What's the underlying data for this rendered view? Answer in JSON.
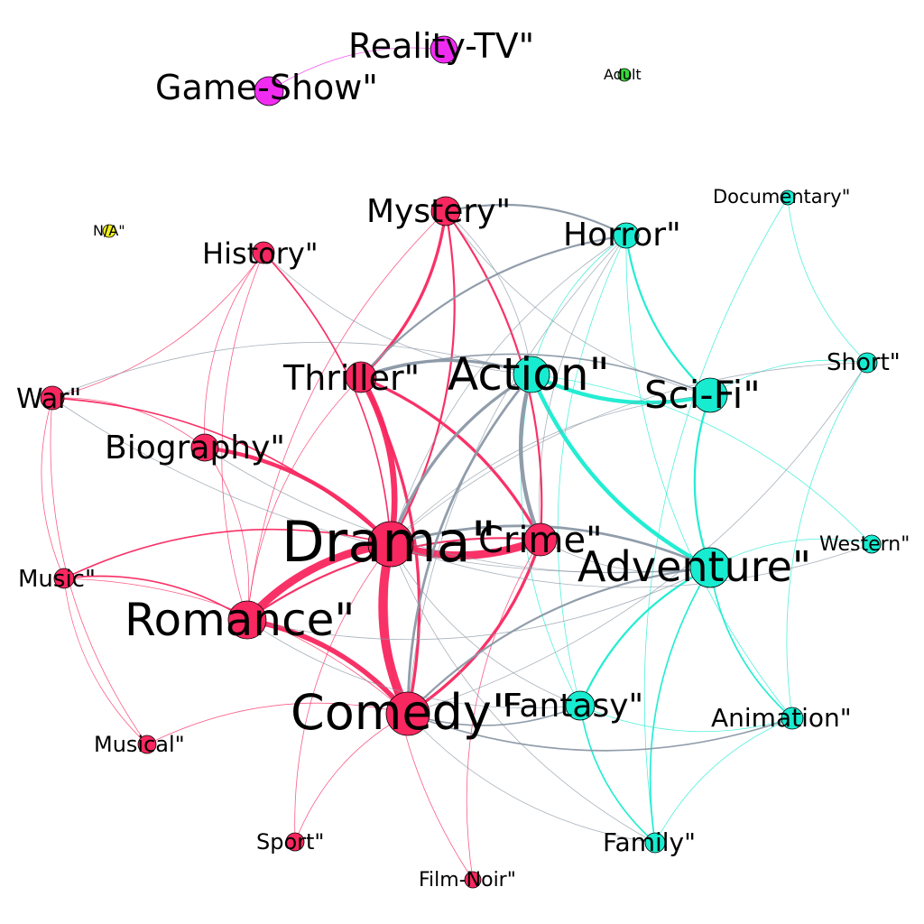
{
  "colors": {
    "drama_cluster": "#f8275f",
    "action_cluster": "#17ecd0",
    "cross_cluster": "#8b98a6",
    "game_show_cluster": "#f12cf1",
    "adult": "#39d839",
    "na": "#f2f21d"
  },
  "nodes": [
    {
      "id": "drama",
      "label": "Drama\"",
      "cluster": "drama_cluster"
    },
    {
      "id": "comedy",
      "label": "Comedy\"",
      "cluster": "drama_cluster"
    },
    {
      "id": "romance",
      "label": "Romance\"",
      "cluster": "drama_cluster"
    },
    {
      "id": "crime",
      "label": "Crime\"",
      "cluster": "drama_cluster"
    },
    {
      "id": "thriller",
      "label": "Thriller\"",
      "cluster": "drama_cluster"
    },
    {
      "id": "mystery",
      "label": "Mystery\"",
      "cluster": "drama_cluster"
    },
    {
      "id": "history",
      "label": "History\"",
      "cluster": "drama_cluster"
    },
    {
      "id": "biography",
      "label": "Biography\"",
      "cluster": "drama_cluster"
    },
    {
      "id": "war",
      "label": "War\"",
      "cluster": "drama_cluster"
    },
    {
      "id": "music",
      "label": "Music\"",
      "cluster": "drama_cluster"
    },
    {
      "id": "musical",
      "label": "Musical\"",
      "cluster": "drama_cluster"
    },
    {
      "id": "sport",
      "label": "Sport\"",
      "cluster": "drama_cluster"
    },
    {
      "id": "filmnoir",
      "label": "Film-Noir\"",
      "cluster": "drama_cluster"
    },
    {
      "id": "action",
      "label": "Action\"",
      "cluster": "action_cluster"
    },
    {
      "id": "scifi",
      "label": "Sci-Fi\"",
      "cluster": "action_cluster"
    },
    {
      "id": "adventure",
      "label": "Adventure\"",
      "cluster": "action_cluster"
    },
    {
      "id": "fantasy",
      "label": "Fantasy\"",
      "cluster": "action_cluster"
    },
    {
      "id": "horror",
      "label": "Horror\"",
      "cluster": "action_cluster"
    },
    {
      "id": "documentary",
      "label": "Documentary\"",
      "cluster": "action_cluster"
    },
    {
      "id": "short",
      "label": "Short\"",
      "cluster": "action_cluster"
    },
    {
      "id": "western",
      "label": "Western\"",
      "cluster": "action_cluster"
    },
    {
      "id": "animation",
      "label": "Animation\"",
      "cluster": "action_cluster"
    },
    {
      "id": "family",
      "label": "Family\"",
      "cluster": "action_cluster"
    },
    {
      "id": "realitytv",
      "label": "Reality-TV\"",
      "cluster": "game_show_cluster"
    },
    {
      "id": "gameshow",
      "label": "Game-Show\"",
      "cluster": "game_show_cluster"
    },
    {
      "id": "adult",
      "label": "Adult",
      "cluster": "adult"
    },
    {
      "id": "na",
      "label": "N/A\"",
      "cluster": "na"
    }
  ],
  "edges": [
    [
      "drama",
      "comedy",
      9
    ],
    [
      "drama",
      "romance",
      8
    ],
    [
      "drama",
      "crime",
      8
    ],
    [
      "drama",
      "thriller",
      6
    ],
    [
      "drama",
      "biography",
      4
    ],
    [
      "comedy",
      "romance",
      5
    ],
    [
      "comedy",
      "crime",
      3
    ],
    [
      "comedy",
      "thriller",
      3
    ],
    [
      "crime",
      "thriller",
      3
    ],
    [
      "thriller",
      "mystery",
      3
    ],
    [
      "drama",
      "mystery",
      2
    ],
    [
      "crime",
      "mystery",
      2
    ],
    [
      "crime",
      "romance",
      2
    ],
    [
      "drama",
      "war",
      1.5
    ],
    [
      "drama",
      "history",
      1.5
    ],
    [
      "drama",
      "music",
      1.5
    ],
    [
      "romance",
      "music",
      1.5
    ],
    [
      "romance",
      "biography",
      1
    ],
    [
      "comedy",
      "musical",
      1
    ],
    [
      "comedy",
      "music",
      1
    ],
    [
      "drama",
      "sport",
      1
    ],
    [
      "comedy",
      "sport",
      1
    ],
    [
      "drama",
      "filmnoir",
      1
    ],
    [
      "crime",
      "filmnoir",
      1
    ],
    [
      "history",
      "biography",
      1
    ],
    [
      "war",
      "history",
      1
    ],
    [
      "war",
      "music",
      1
    ],
    [
      "war",
      "musical",
      1
    ],
    [
      "music",
      "musical",
      1
    ],
    [
      "biography",
      "war",
      1
    ],
    [
      "thriller",
      "romance",
      1
    ],
    [
      "mystery",
      "romance",
      1
    ],
    [
      "history",
      "romance",
      1
    ],
    [
      "action",
      "scifi",
      4
    ],
    [
      "action",
      "adventure",
      4
    ],
    [
      "scifi",
      "adventure",
      2
    ],
    [
      "adventure",
      "fantasy",
      2
    ],
    [
      "horror",
      "scifi",
      2
    ],
    [
      "horror",
      "fantasy",
      1
    ],
    [
      "horror",
      "action",
      1
    ],
    [
      "adventure",
      "animation",
      1.5
    ],
    [
      "adventure",
      "family",
      1.5
    ],
    [
      "fantasy",
      "family",
      1.5
    ],
    [
      "animation",
      "family",
      1
    ],
    [
      "fantasy",
      "animation",
      1
    ],
    [
      "short",
      "animation",
      1
    ],
    [
      "documentary",
      "short",
      1
    ],
    [
      "documentary",
      "family",
      1
    ],
    [
      "western",
      "adventure",
      1
    ],
    [
      "western",
      "action",
      1
    ],
    [
      "short",
      "scifi",
      1
    ],
    [
      "horror",
      "animation",
      1
    ],
    [
      "action",
      "fantasy",
      1
    ],
    [
      "action",
      "crime",
      4
    ],
    [
      "action",
      "thriller",
      3
    ],
    [
      "action",
      "drama",
      3
    ],
    [
      "action",
      "comedy",
      2.5
    ],
    [
      "adventure",
      "drama",
      2.5
    ],
    [
      "adventure",
      "comedy",
      2
    ],
    [
      "comedy",
      "fantasy",
      1.5
    ],
    [
      "horror",
      "thriller",
      2
    ],
    [
      "horror",
      "mystery",
      2
    ],
    [
      "scifi",
      "thriller",
      1.5
    ],
    [
      "comedy",
      "animation",
      1.5
    ],
    [
      "drama",
      "fantasy",
      1
    ],
    [
      "crime",
      "adventure",
      1
    ],
    [
      "comedy",
      "family",
      1
    ],
    [
      "horror",
      "drama",
      1
    ],
    [
      "horror",
      "comedy",
      1
    ],
    [
      "action",
      "mystery",
      1
    ],
    [
      "action",
      "war",
      1
    ],
    [
      "scifi",
      "drama",
      1
    ],
    [
      "biography",
      "adventure",
      1
    ],
    [
      "war",
      "adventure",
      1
    ],
    [
      "comedy",
      "short",
      1
    ],
    [
      "drama",
      "western",
      1
    ],
    [
      "romance",
      "fantasy",
      1
    ],
    [
      "history",
      "action",
      1
    ],
    [
      "drama",
      "family",
      1
    ],
    [
      "horror",
      "crime",
      1
    ],
    [
      "mystery",
      "scifi",
      1
    ],
    [
      "romance",
      "adventure",
      1
    ],
    [
      "short",
      "drama",
      1
    ],
    [
      "realitytv",
      "gameshow",
      1
    ]
  ]
}
